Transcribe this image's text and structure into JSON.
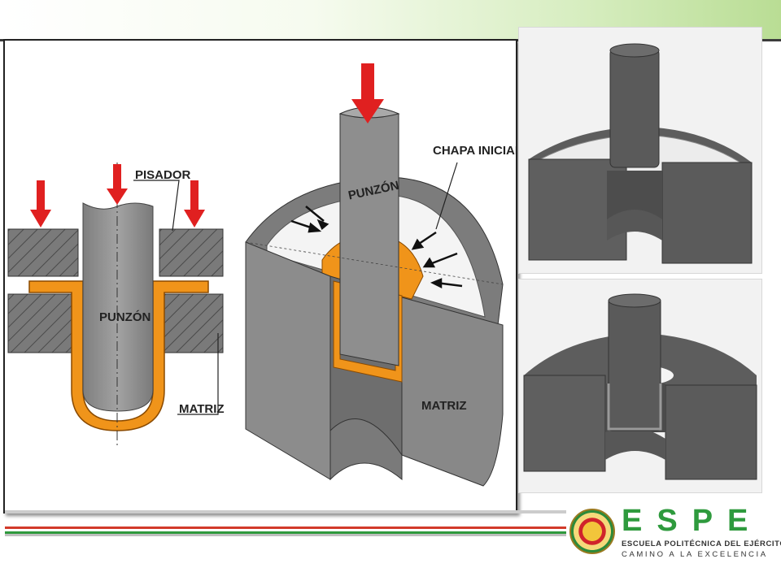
{
  "diagram": {
    "labels": {
      "pisador": "PISADOR",
      "punzon_left": "PUNZÓN",
      "matriz_left": "MATRIZ",
      "punzon_right": "PUNZÓN",
      "chapa_inicial": "CHAPA INICIAL",
      "matriz_right": "MATRIZ"
    }
  },
  "logo": {
    "brand": "ESPE",
    "line1": "ESCUELA POLITÉCNICA DEL EJÉRCITO",
    "line2": "CAMINO A LA EXCELENCIA"
  },
  "colors": {
    "accent_green": "#2e9a3d",
    "stripe_red": "#d23a2a",
    "sheet_orange": "#f0941a",
    "arrow_red": "#e02020",
    "steel_gray": "#8a8a8a"
  }
}
